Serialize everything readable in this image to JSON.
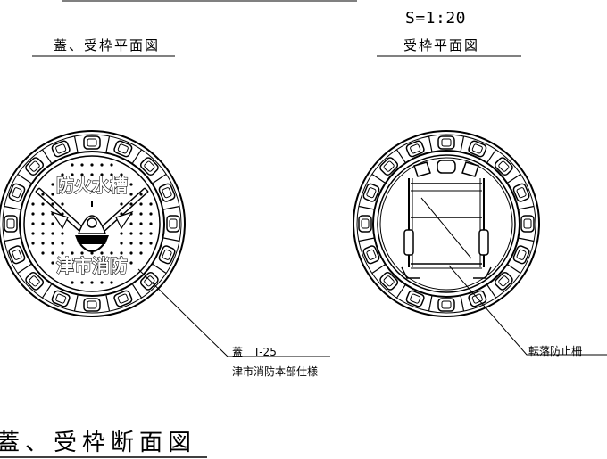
{
  "drawing": {
    "scale": "S=1:20",
    "left_title": "蓋、受枠平面図",
    "right_title": "受枠平面図",
    "lid_type": "蓋　T-25",
    "lid_spec": "津市消防本部仕様",
    "fall_prevention": "転落防止柵",
    "section_title": "蓋、受枠断面図",
    "lid_text_top": "防火水槽",
    "lid_text_bottom": "津市消防"
  },
  "colors": {
    "line": "#000000",
    "background": "#ffffff"
  },
  "icons": [
    "hydrant-cover-plan",
    "frame-plan-with-fall-guard"
  ]
}
